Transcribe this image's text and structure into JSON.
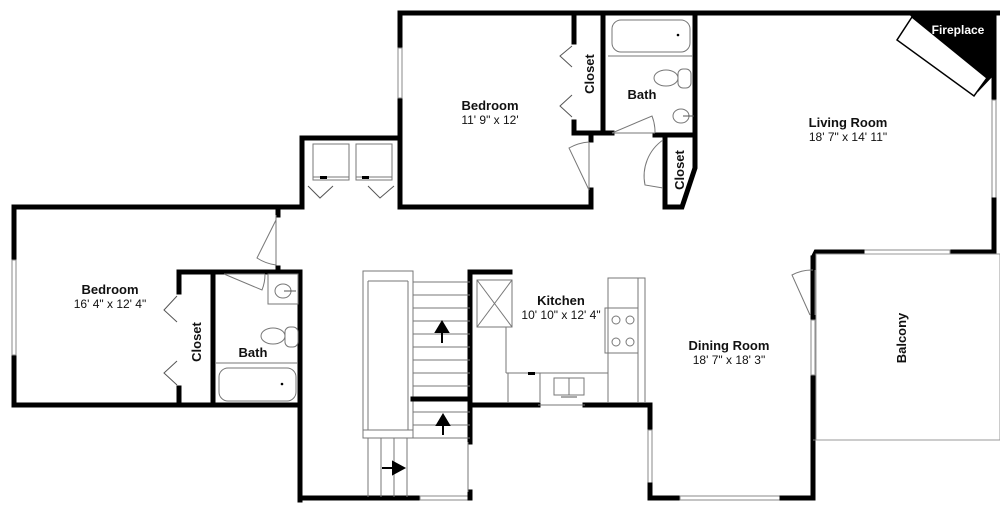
{
  "plan": {
    "rooms": {
      "bedroom_top": {
        "name": "Bedroom",
        "dims": "11' 9\" x 12'"
      },
      "bedroom_left": {
        "name": "Bedroom",
        "dims": "16' 4\" x 12' 4\""
      },
      "living_room": {
        "name": "Living Room",
        "dims": "18' 7\" x 14' 11\""
      },
      "kitchen": {
        "name": "Kitchen",
        "dims": "10' 10\" x 12' 4\""
      },
      "dining_room": {
        "name": "Dining Room",
        "dims": "18' 7\" x 18' 3\""
      },
      "bath_top": {
        "name": "Bath"
      },
      "bath_left": {
        "name": "Bath"
      },
      "closet_top": {
        "name": "Closet"
      },
      "closet_hall": {
        "name": "Closet"
      },
      "closet_left": {
        "name": "Closet"
      },
      "balcony": {
        "name": "Balcony"
      },
      "fireplace": {
        "name": "Fireplace"
      }
    },
    "colors": {
      "wall": "#000000",
      "background": "#ffffff",
      "fixture_line": "#777777"
    },
    "stairs": {
      "direction_icons": [
        "arrow-up",
        "arrow-up",
        "arrow-right"
      ]
    }
  }
}
